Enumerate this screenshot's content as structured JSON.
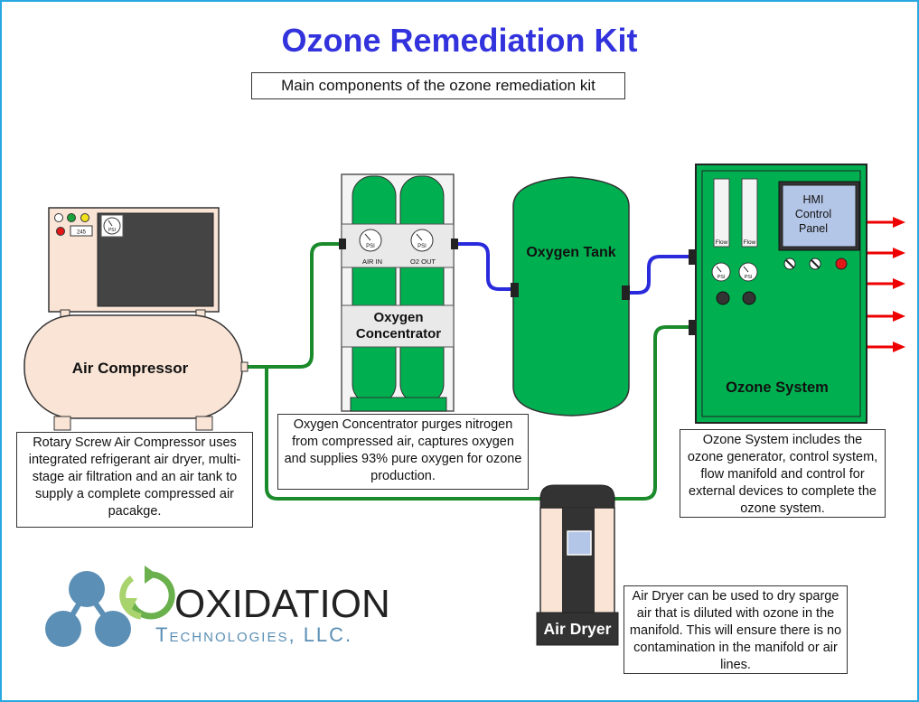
{
  "title": "Ozone Remediation Kit",
  "subtitle": "Main components of the ozone remediation kit",
  "components": {
    "air_compressor": {
      "label": "Air Compressor",
      "gauge_label": "PSI",
      "display_value": "245",
      "description": "Rotary Screw Air Compressor uses integrated refrigerant air dryer, multi-stage air filtration and an air tank to supply a complete compressed air pacakge."
    },
    "oxygen_concentrator": {
      "label_line1": "Oxygen",
      "label_line2": "Concentrator",
      "gauge_left_label": "PSI",
      "gauge_right_label": "PSI",
      "port_in_label": "AIR IN",
      "port_out_label": "O2 OUT",
      "description": "Oxygen Concentrator purges nitrogen from compressed air, captures oxygen and supplies 93% pure oxygen for ozone production."
    },
    "oxygen_tank": {
      "label": "Oxygen Tank"
    },
    "ozone_system": {
      "label": "Ozone System",
      "hmi_line1": "HMI",
      "hmi_line2": "Control",
      "hmi_line3": "Panel",
      "flow_label_1": "Flow",
      "flow_label_2": "Flow",
      "gauge_label_1": "PSI",
      "gauge_label_2": "PSI",
      "description": "Ozone System includes the ozone generator, control system, flow manifold and control for external devices to complete the ozone system."
    },
    "air_dryer": {
      "label": "Air Dryer",
      "description": "Air Dryer can be used to dry sparge air that is diluted with ozone in the manifold.  This will ensure there is no contamination in the manifold or air lines."
    }
  },
  "logo": {
    "name": "OXIDATION",
    "tagline": "Technologies, LLC."
  },
  "colors": {
    "border": "#29a9e0",
    "title": "#3333dd",
    "green": "#00b050",
    "green_line": "#1a8a2a",
    "blue_line": "#2a2add",
    "arrow": "#ee0000",
    "beige": "#f9e4d6",
    "logo_blue": "#5b8fb5"
  }
}
